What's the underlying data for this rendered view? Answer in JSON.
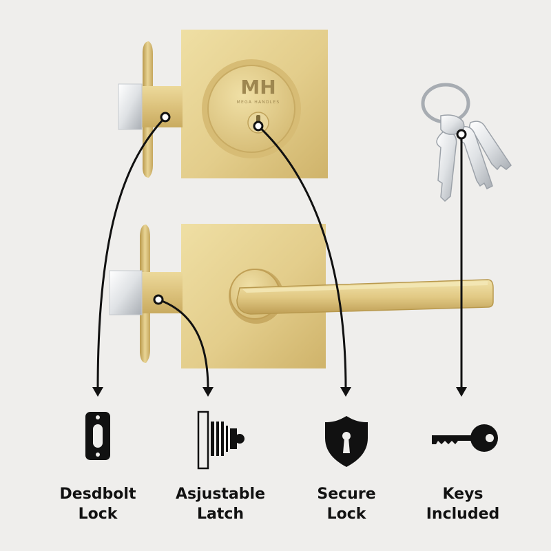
{
  "brand": {
    "monogram": "MH",
    "name": "MEGA HANDLES"
  },
  "features": [
    {
      "line1": "Desdbolt",
      "line2": "Lock",
      "icon": "deadbolt-plate-icon"
    },
    {
      "line1": "Asjustable",
      "line2": "Latch",
      "icon": "adjustable-latch-icon"
    },
    {
      "line1": "Secure",
      "line2": "Lock",
      "icon": "shield-keyhole-icon"
    },
    {
      "line1": "Keys",
      "line2": "Included",
      "icon": "key-icon"
    }
  ],
  "colors": {
    "background": "#efeeec",
    "brass": "#e2cc8a",
    "icon": "#111111"
  }
}
